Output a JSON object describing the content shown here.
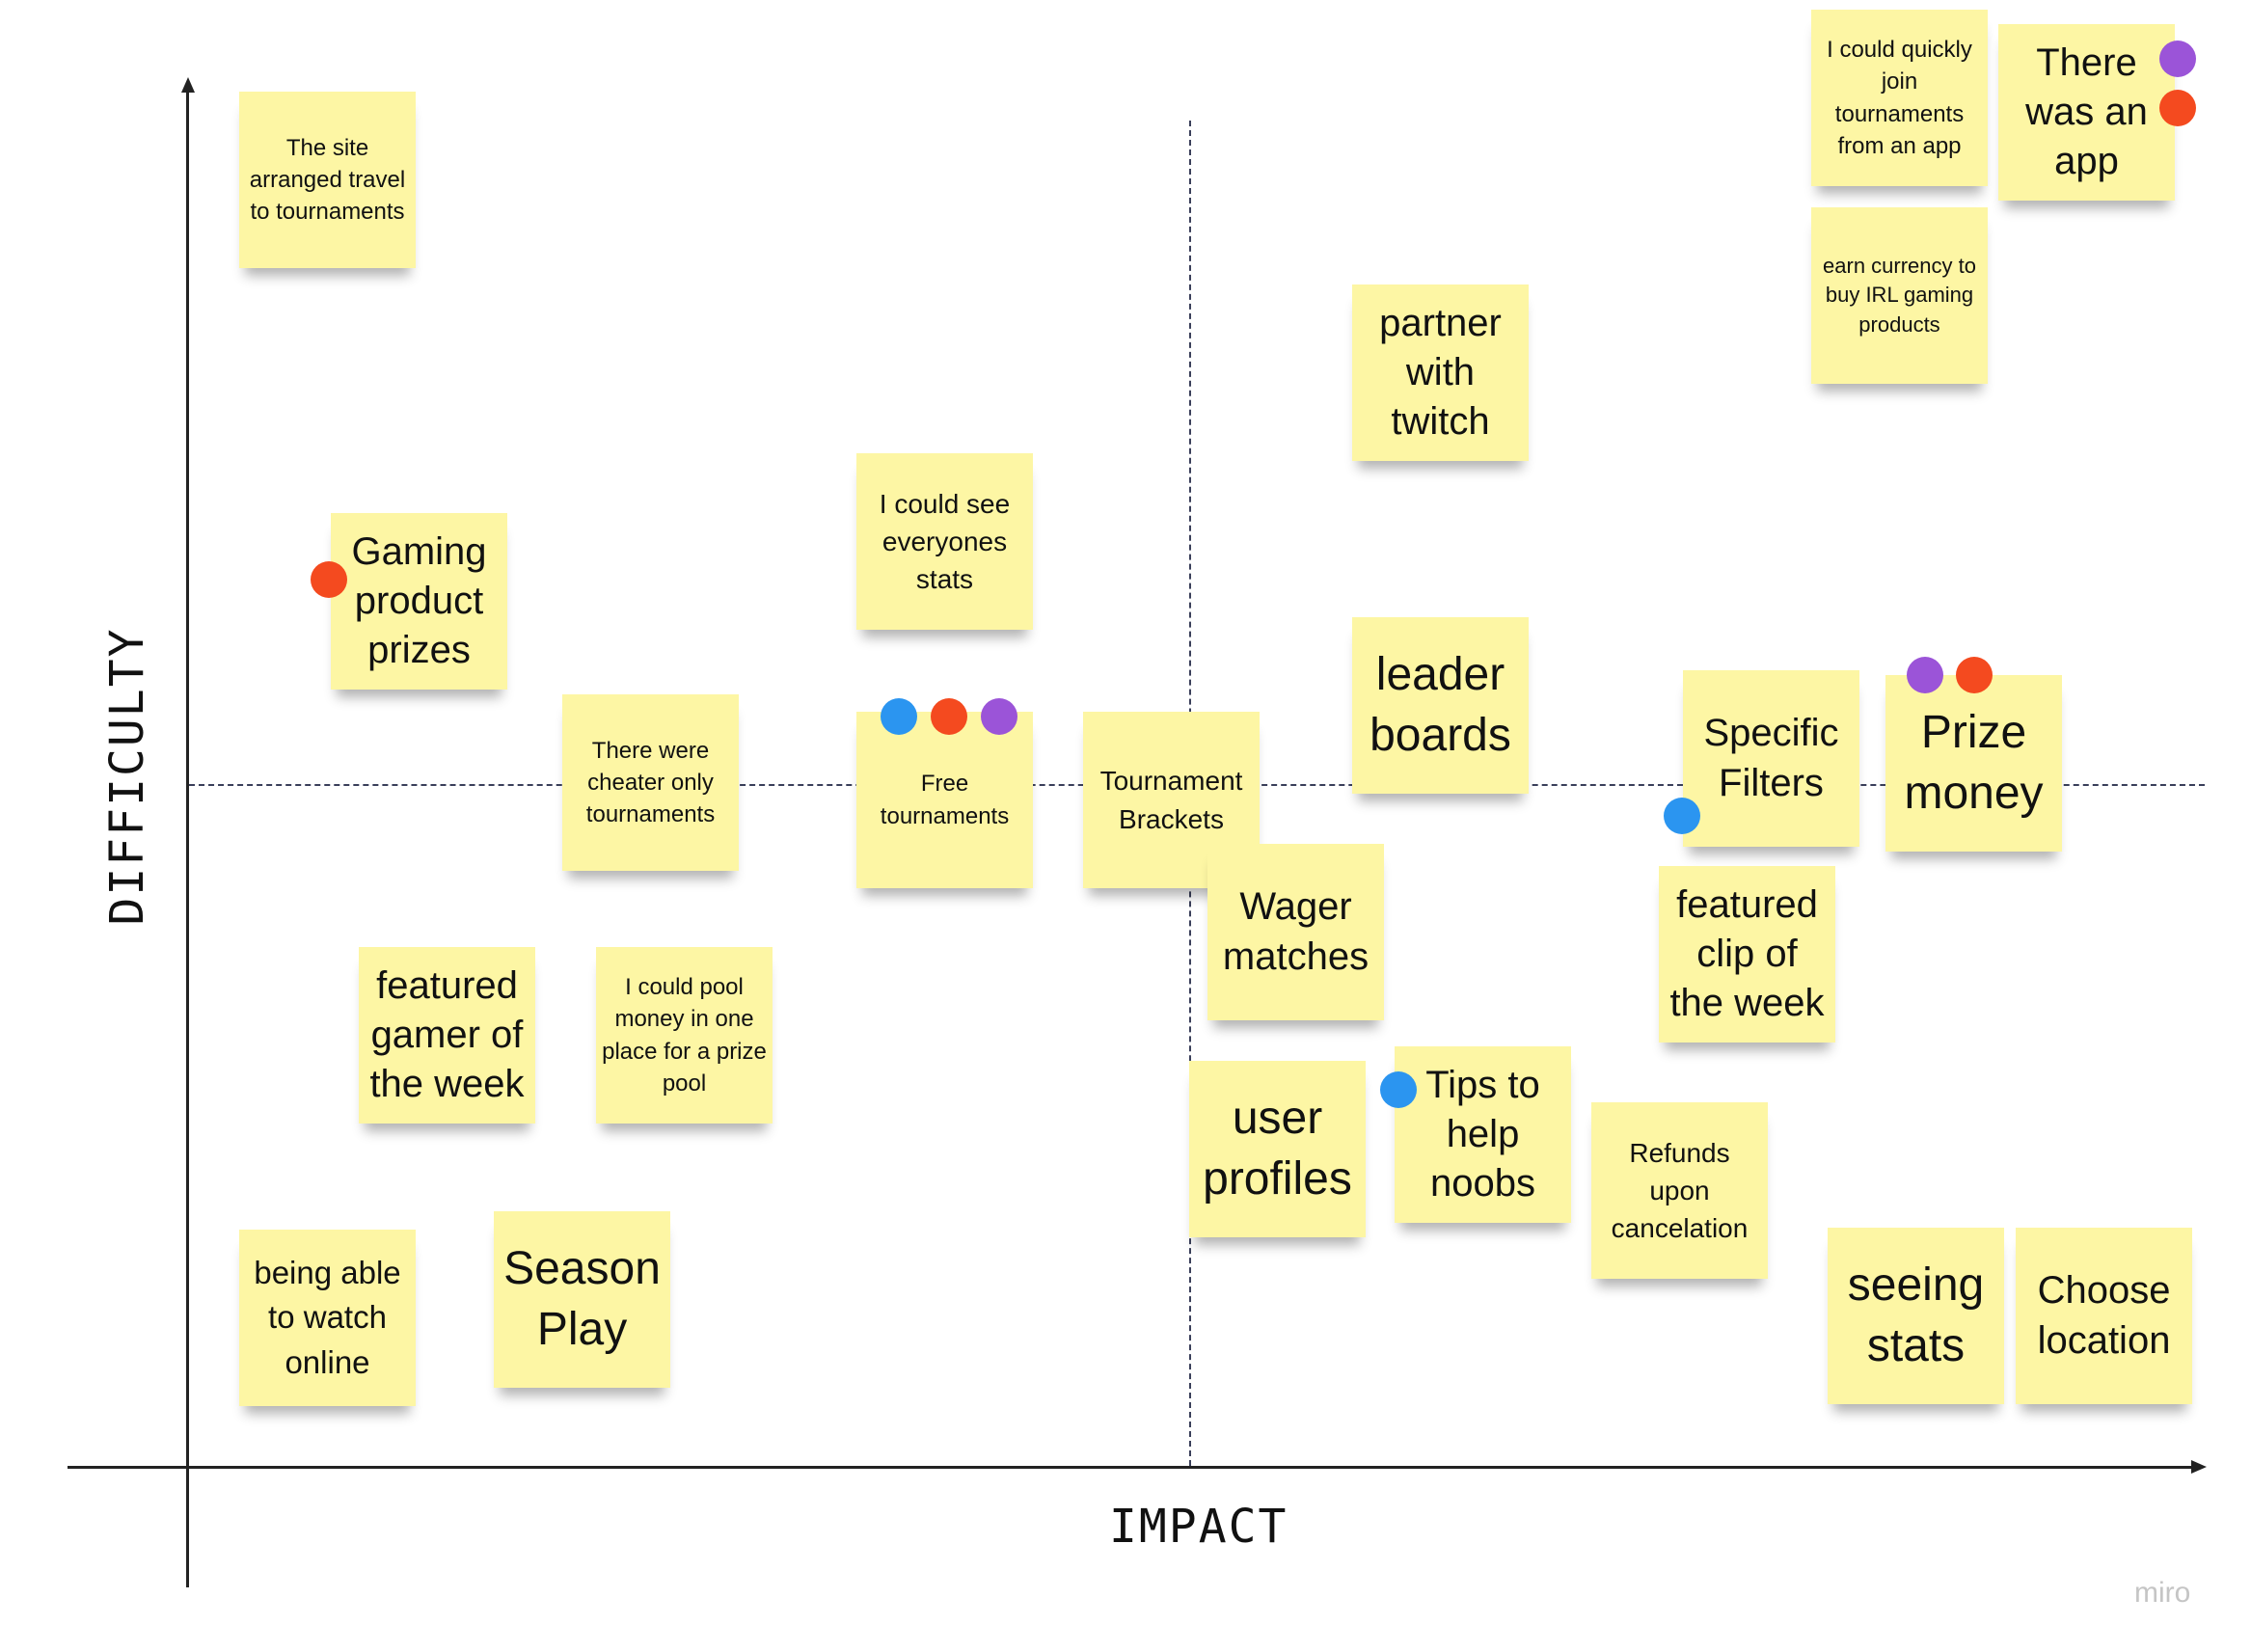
{
  "axes": {
    "x_label": "IMPACT",
    "y_label": "DIFFICULTY"
  },
  "watermark": "miro",
  "colors": {
    "note": "#fdf6a4",
    "dot_blue": "#2b95f0",
    "dot_red": "#f44a1f",
    "dot_purple": "#9b54d8"
  },
  "notes": {
    "travel": "The site arranged travel to tournaments",
    "quick_join": "I could quickly join tournaments from an app",
    "app": "There was an app",
    "currency": "earn currency to buy IRL gaming products",
    "twitch": "partner with twitch",
    "product_prizes": "Gaming product prizes",
    "see_stats": "I could see everyones stats",
    "leader": "leader boards",
    "filters": "Specific Filters",
    "prize_money": "Prize money",
    "cheater": "There were cheater only tournaments",
    "free": "Free tournaments",
    "brackets": "Tournament Brackets",
    "wager": "Wager matches",
    "clip": "featured clip of the week",
    "gamer": "featured gamer of the week",
    "pool": "I could pool money in one place for a prize pool",
    "profiles": "user profiles",
    "noobs": "Tips to help noobs",
    "refunds": "Refunds upon cancelation",
    "watch": "being able to watch online",
    "season": "Season Play",
    "seeing_stats": "seeing stats",
    "location": "Choose location"
  }
}
